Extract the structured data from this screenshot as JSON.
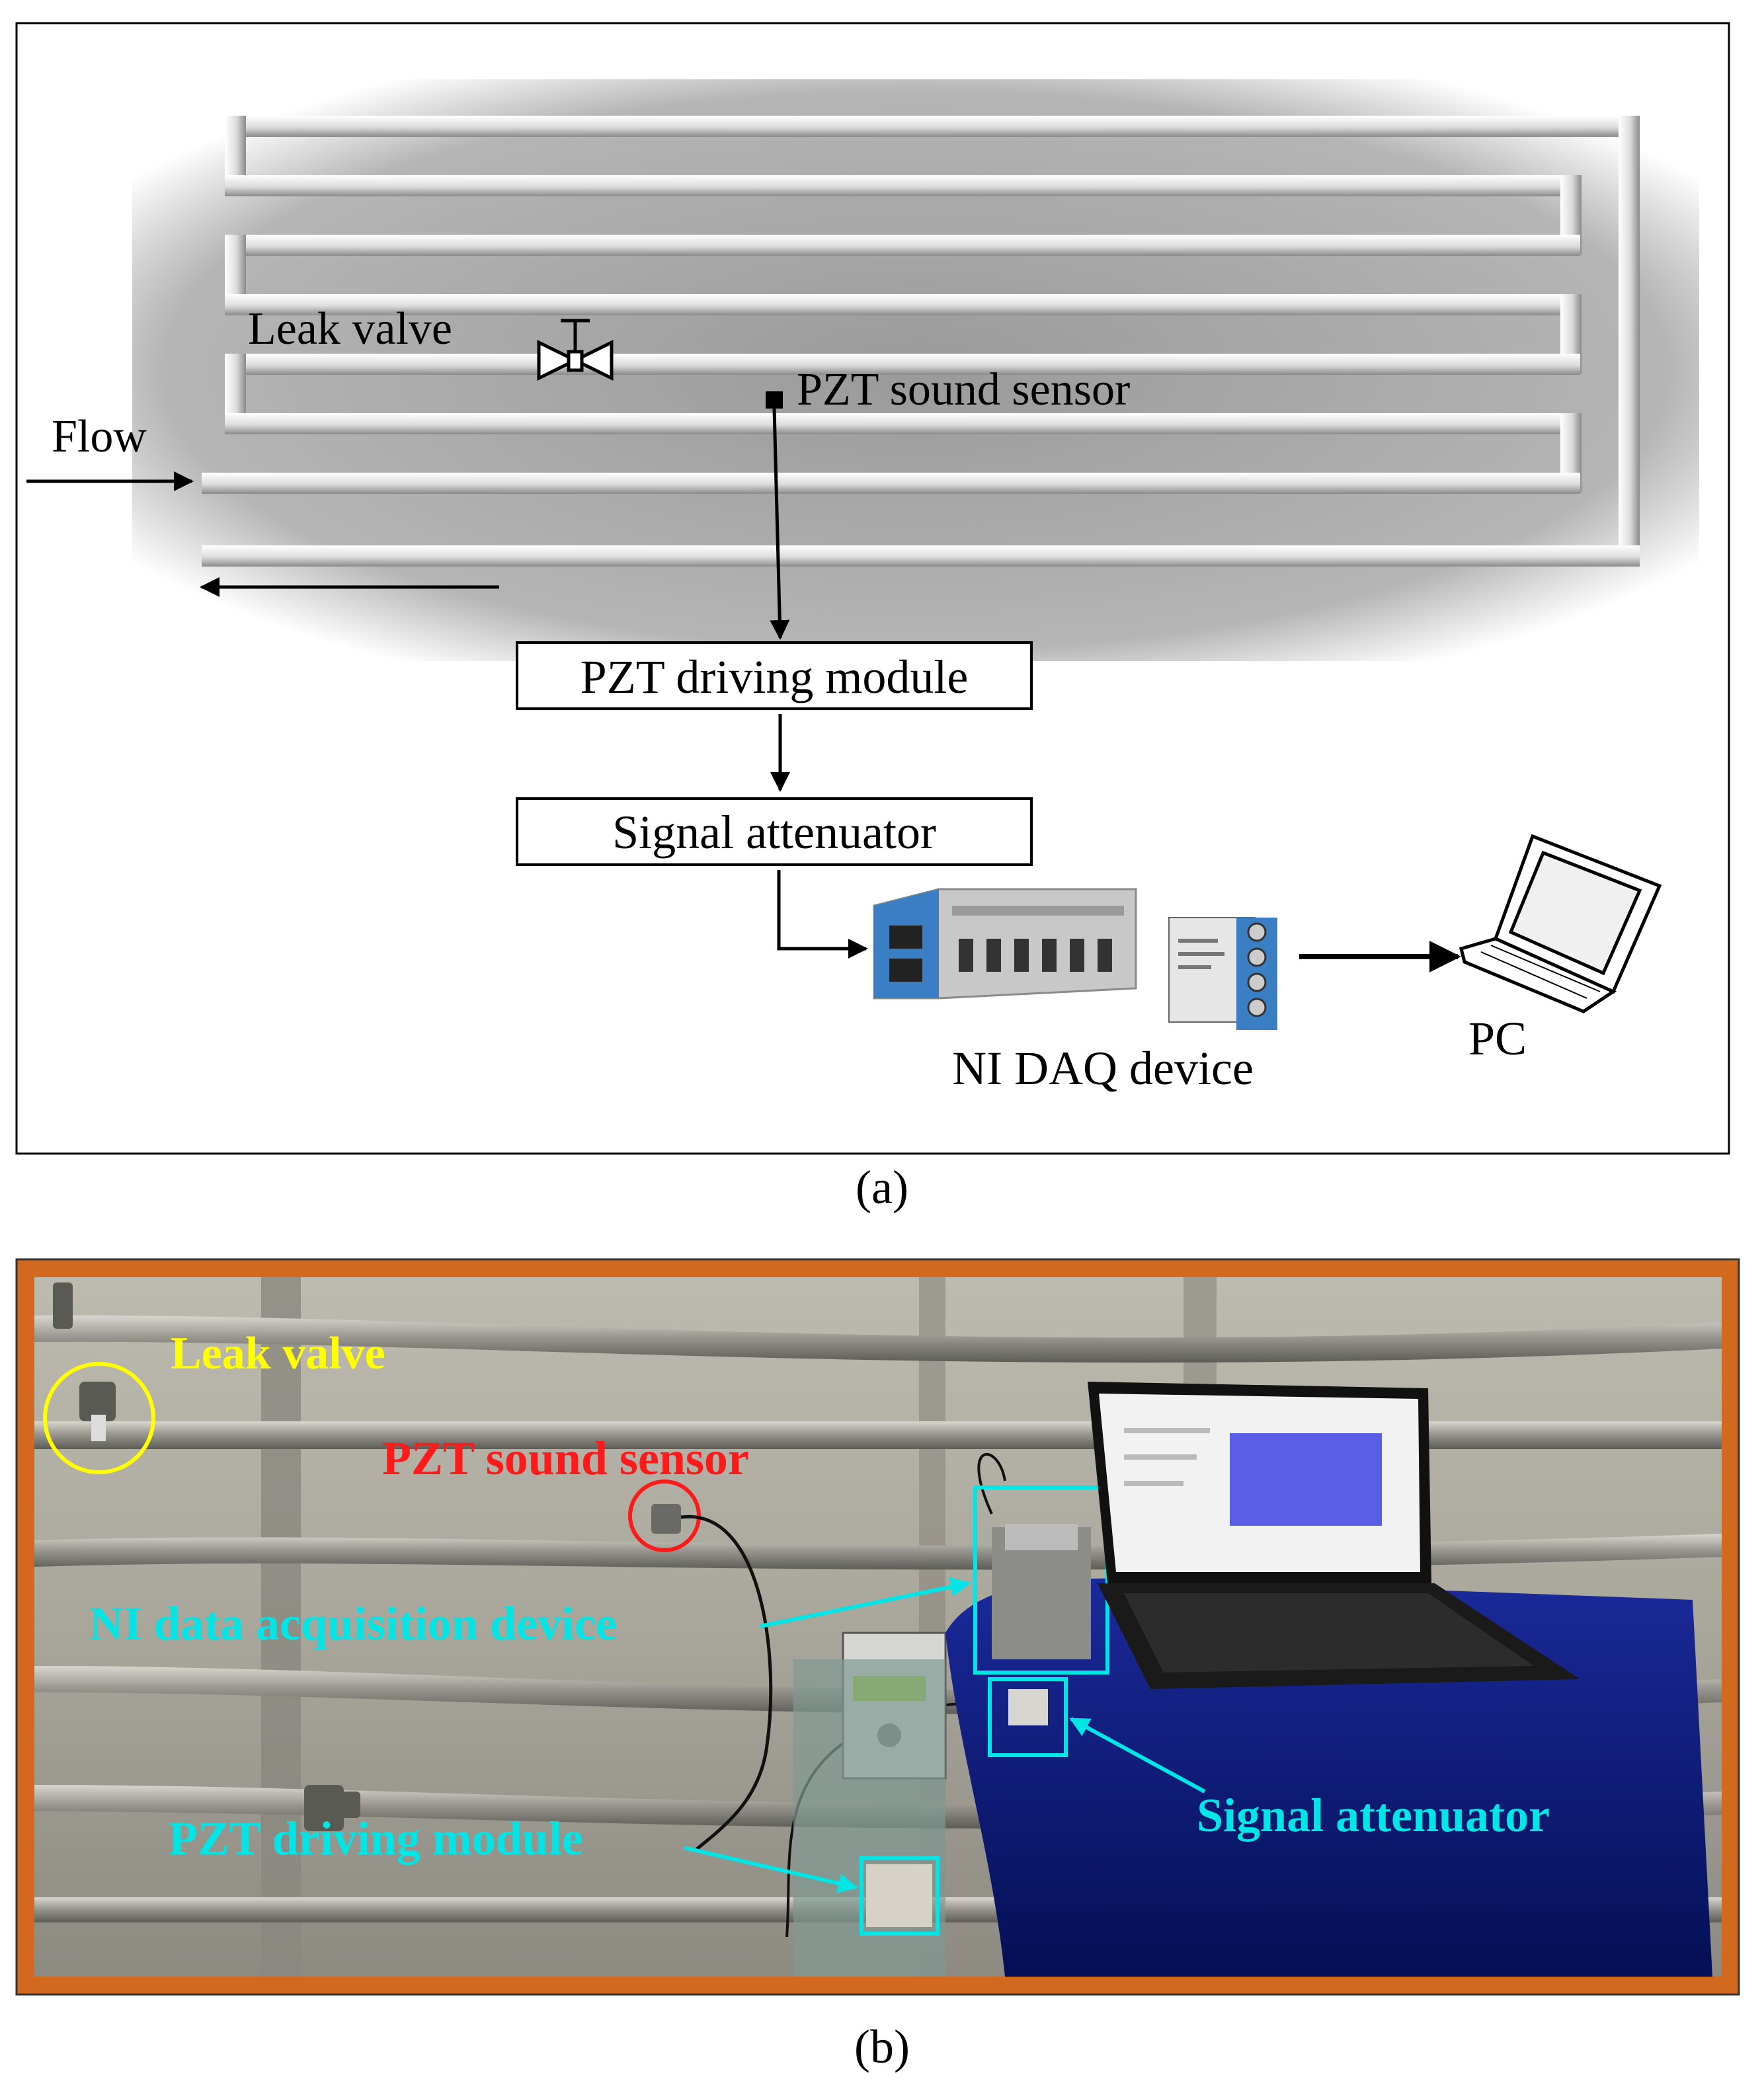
{
  "panel_a": {
    "labels": {
      "leak_valve": "Leak valve",
      "pzt_sound_sensor": "PZT sound sensor",
      "flow": "Flow",
      "pzt_driving_module": "PZT driving module",
      "signal_attenuator": "Signal attenuator",
      "ni_daq_device": "NI DAQ device",
      "pc": "PC"
    },
    "caption": "(a)"
  },
  "panel_b": {
    "labels": {
      "leak_valve": "Leak valve",
      "pzt_sound_sensor": "PZT sound sensor",
      "ni_data_acquisition_device": "NI data acquisition device",
      "signal_attenuator": "Signal attenuator",
      "pzt_driving_module": "PZT driving module"
    },
    "caption": "(b)",
    "colors": {
      "frame": "#d2691e",
      "leak_valve": "#ffff00",
      "pzt_sound_sensor": "#ff1a1a",
      "cyan": "#00e5e5",
      "table_cloth": "#0a1a7a"
    }
  }
}
